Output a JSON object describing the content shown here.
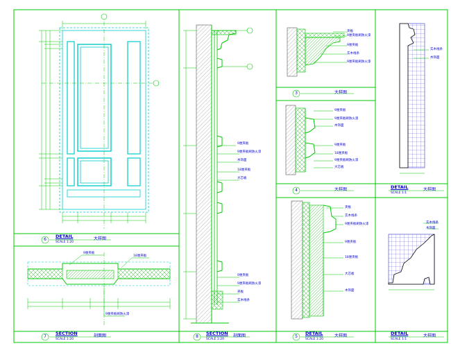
{
  "colors": {
    "background": "#ffffff",
    "line_primary": "#00c800",
    "line_secondary": "#00cccc",
    "text_primary": "#0000cc",
    "text_accent": "#cc0000"
  },
  "titles": {
    "detail_1": {
      "num": "6",
      "title": "DETAIL",
      "scale": "SCALE 1:20",
      "note": "大样图"
    },
    "section_1": {
      "num": "7",
      "title": "SECTION",
      "scale": "SCALE 1:20",
      "note": "剖面图"
    },
    "section_2": {
      "num": "8",
      "title": "SECTION",
      "scale": "SCALE 1:20",
      "note": "剖面图"
    },
    "detail_3": {
      "num": "3",
      "note": "大样图"
    },
    "detail_4": {
      "num": "4",
      "note": "大样图"
    },
    "detail_5": {
      "num": "5",
      "title": "DETAIL",
      "scale": "SCALE 1:20",
      "note": "大样图"
    },
    "detail_11": {
      "title": "DETAIL",
      "scale": "SCALE 1:1",
      "note": "大样图"
    },
    "detail_12": {
      "title": "DETAIL",
      "scale": "SCALE 1:1",
      "note": "大样图"
    }
  },
  "callouts": {
    "a": "9厘夹板",
    "b": "9厘夹板刷防火漆",
    "c": "18厘夹板",
    "d": "夹板",
    "e": "木饰面",
    "f": "大芯板",
    "g": "实木线条"
  }
}
